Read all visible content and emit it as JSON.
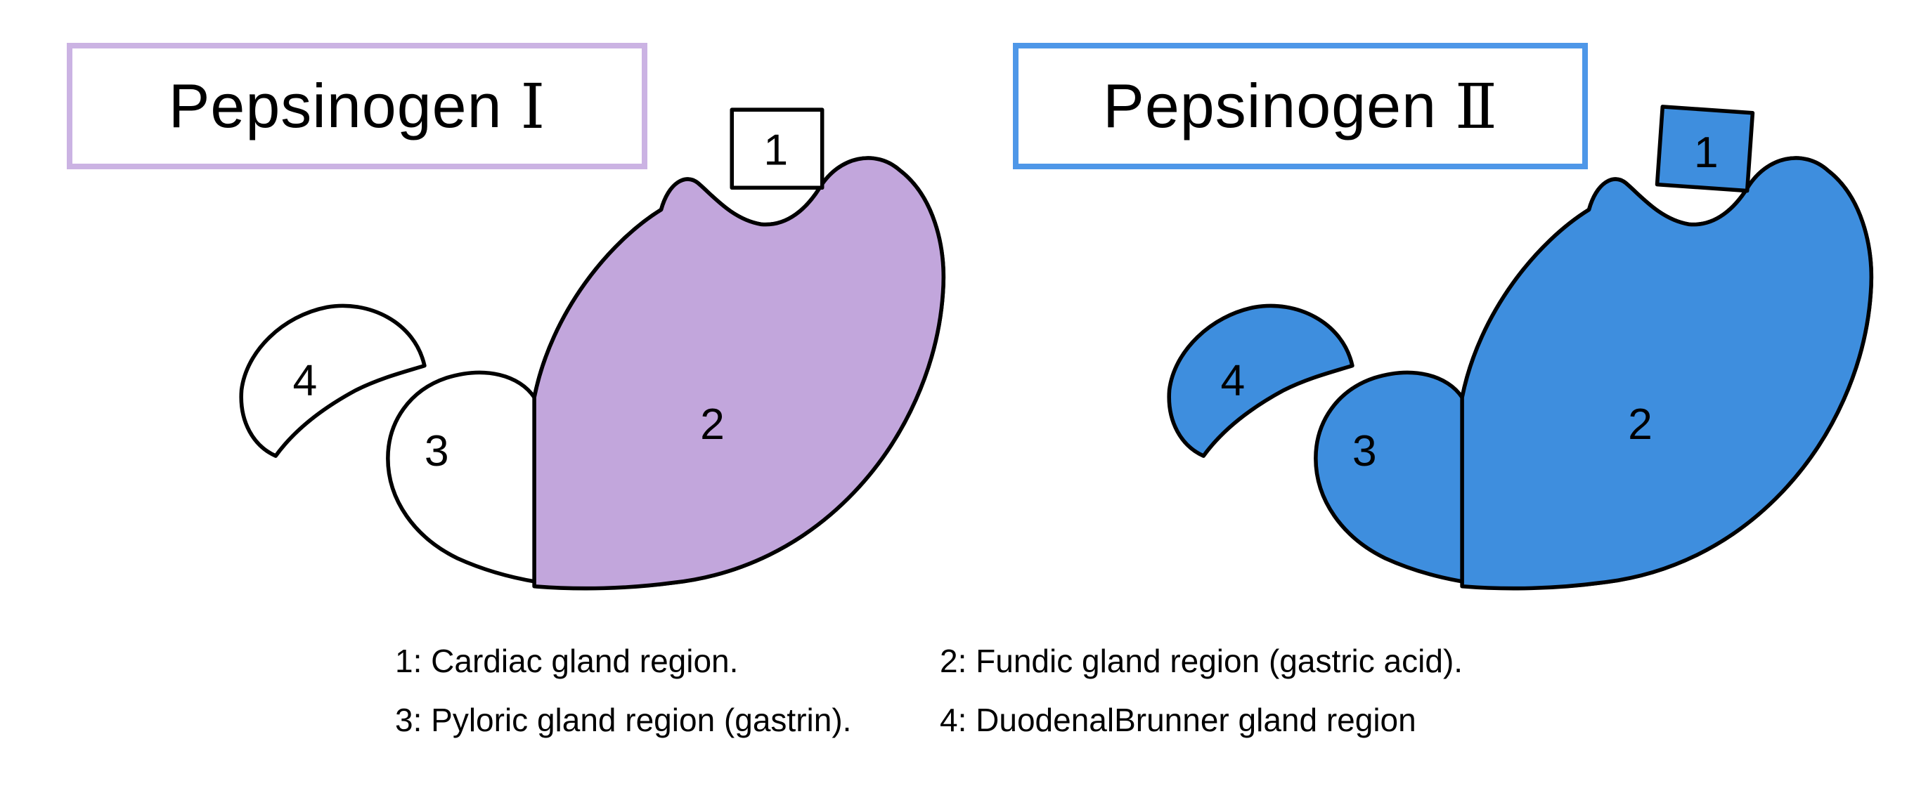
{
  "page": {
    "background": "#ffffff",
    "outline_color": "#000000"
  },
  "diagrams": [
    {
      "title": {
        "name": "Pepsinogen",
        "numeral": "Ⅰ"
      },
      "accent": "#cbb3e3",
      "fills": {
        "r1": "#ffffff",
        "r2": "#c2a6dc",
        "r3": "#ffffff",
        "r4": "#ffffff"
      },
      "labels": {
        "r1": "1",
        "r2": "2",
        "r3": "3",
        "r4": "4"
      }
    },
    {
      "title": {
        "name": "Pepsinogen",
        "numeral": "Ⅱ"
      },
      "accent": "#4e97e8",
      "fills": {
        "r1": "#3e8ede",
        "r2": "#3e8ede",
        "r3": "#3e8ede",
        "r4": "#3e8ede"
      },
      "labels": {
        "r1": "1",
        "r2": "2",
        "r3": "3",
        "r4": "4"
      }
    }
  ],
  "legend": {
    "items": [
      "1: Cardiac gland region.",
      "2: Fundic gland region (gastric acid).",
      "3: Pyloric gland region (gastrin).",
      "4: DuodenalBrunner gland region"
    ]
  }
}
